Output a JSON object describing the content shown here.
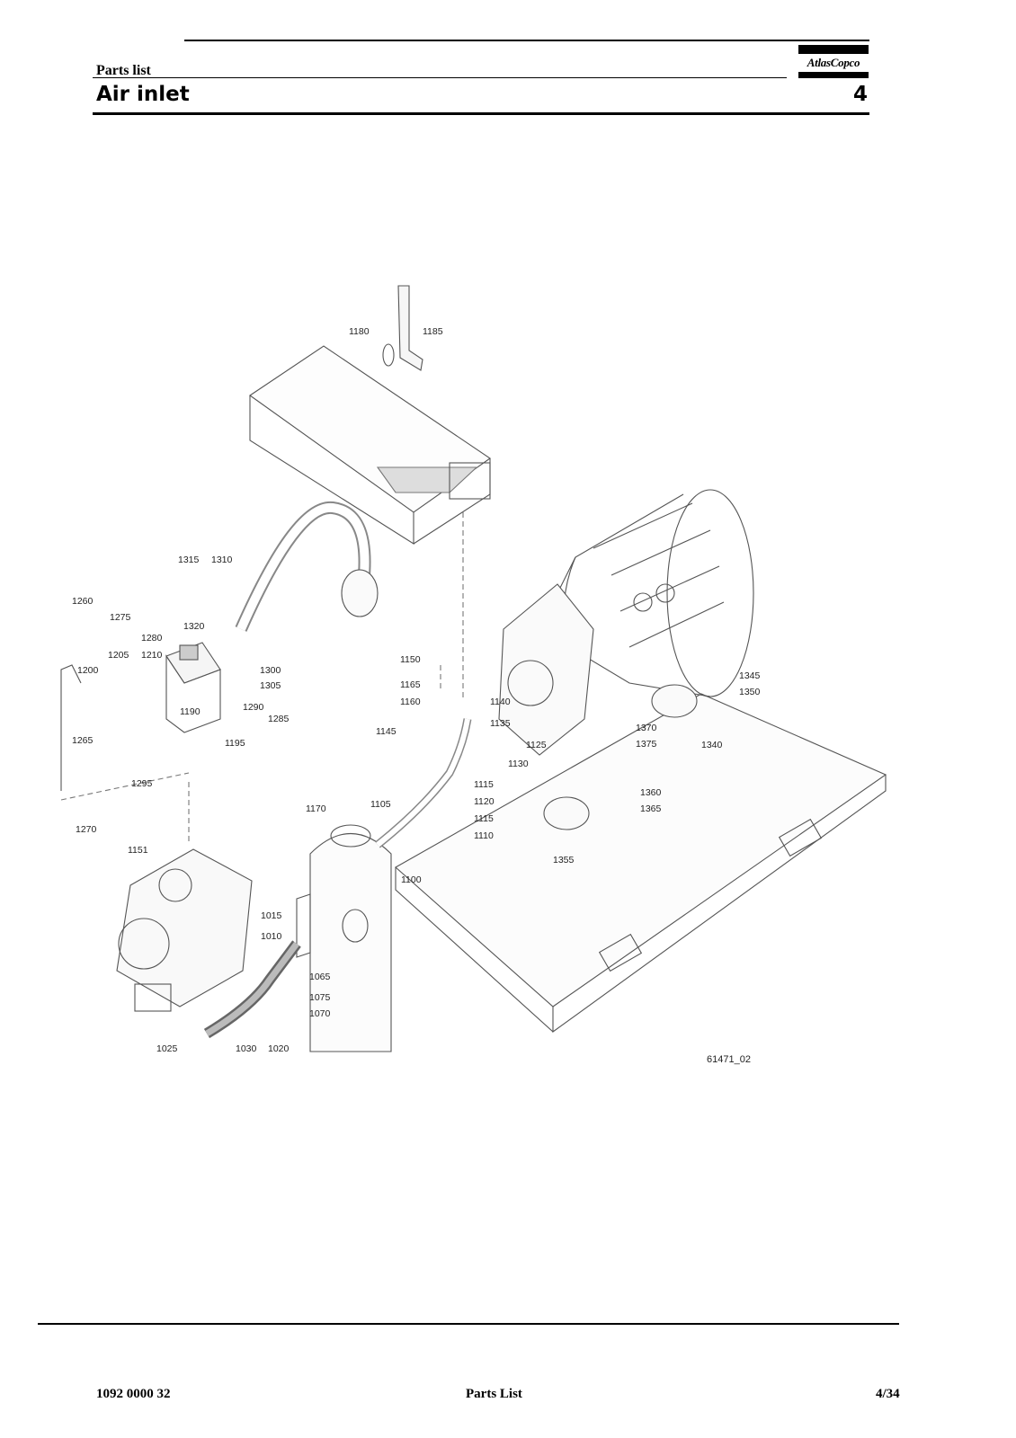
{
  "header": {
    "section_label": "Parts list",
    "title": "Air inlet",
    "chapter": "4",
    "logo_text": "AtlasCopco"
  },
  "diagram": {
    "figure_id": "61471_02",
    "labels": {
      "l1180": "1180",
      "l1185": "1185",
      "l1315": "1315",
      "l1310": "1310",
      "l1260": "1260",
      "l1275": "1275",
      "l1320": "1320",
      "l1280": "1280",
      "l1205": "1205",
      "l1210": "1210",
      "l1200": "1200",
      "l1300": "1300",
      "l1305": "1305",
      "l1190": "1190",
      "l1290": "1290",
      "l1285": "1285",
      "l1195": "1195",
      "l1265": "1265",
      "l1295": "1295",
      "l1270": "1270",
      "l1151": "1151",
      "l1150": "1150",
      "l1165": "1165",
      "l1160": "1160",
      "l1140": "1140",
      "l1145": "1145",
      "l1135": "1135",
      "l1125": "1125",
      "l1130": "1130",
      "l1170": "1170",
      "l1105": "1105",
      "l1115a": "1115",
      "l1120": "1120",
      "l1115b": "1115",
      "l1110": "1110",
      "l1100": "1100",
      "l1015": "1015",
      "l1010": "1010",
      "l1065": "1065",
      "l1075": "1075",
      "l1070": "1070",
      "l1025": "1025",
      "l1030": "1030",
      "l1020": "1020",
      "l1345": "1345",
      "l1350": "1350",
      "l1370": "1370",
      "l1375": "1375",
      "l1340": "1340",
      "l1360": "1360",
      "l1365": "1365",
      "l1355": "1355"
    }
  },
  "footer": {
    "doc_number": "1092 0000 32",
    "doc_title": "Parts List",
    "page": "4/34"
  }
}
